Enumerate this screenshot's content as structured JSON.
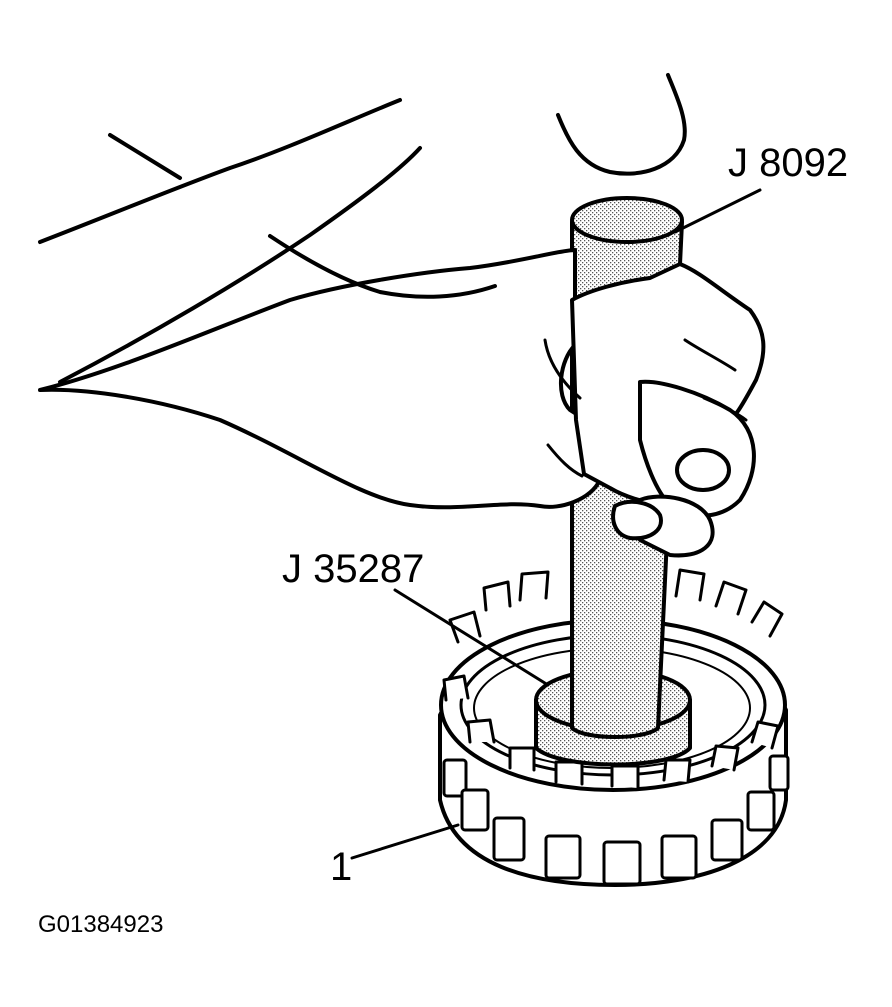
{
  "labels": {
    "tool_handle": "J 8092",
    "tool_installer": "J 35287",
    "part_1": "1"
  },
  "figure_id": "G01384923",
  "colors": {
    "ink": "#000000",
    "paper": "#ffffff",
    "stipple": "#9a9a9a"
  }
}
